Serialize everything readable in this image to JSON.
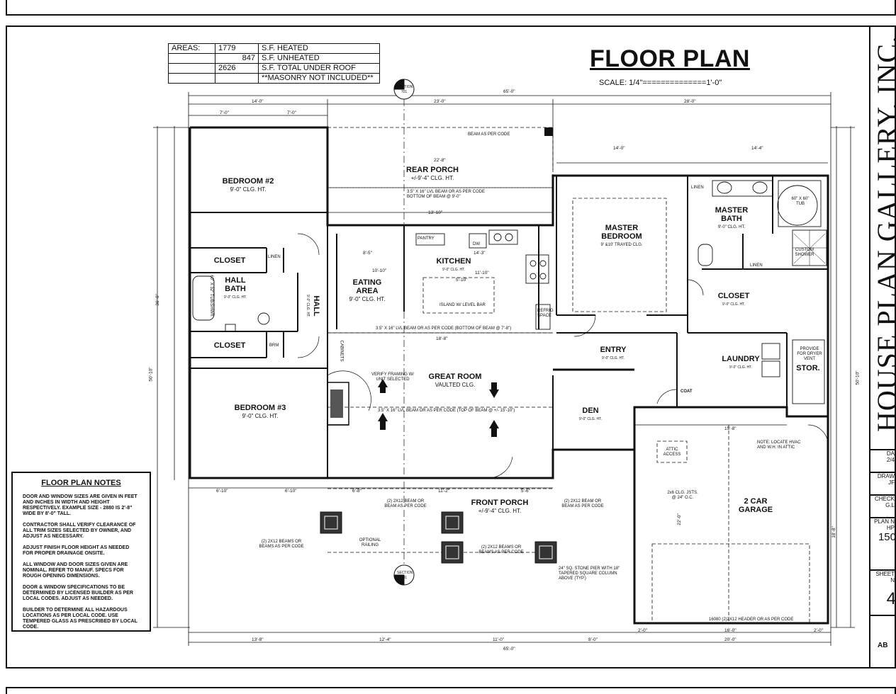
{
  "title": "FLOOR PLAN",
  "scale": "SCALE: 1/4\"==============1'-0\"",
  "areas": {
    "label": "AREAS:",
    "rows": [
      {
        "value": "1779",
        "desc": "S.F. HEATED"
      },
      {
        "value": "847",
        "desc": "S.F. UNHEATED"
      },
      {
        "value": "2626",
        "desc": "S.F. TOTAL UNDER ROOF"
      },
      {
        "value": "",
        "desc": "**MASONRY NOT INCLUDED**"
      }
    ]
  },
  "brand": "HOUSE PLAN GALLERY, INC.",
  "title_block": {
    "date_label": "DA",
    "date_value": "2/4",
    "drawn_label": "DRAW",
    "drawn_value": "JF",
    "checked_label": "CHECK",
    "checked_value": "G.L",
    "plan_label": "PLAN N",
    "plan_sub": "HP",
    "plan_value": "150",
    "sheet_label": "SHEET N",
    "sheet_value": "4",
    "seal_text": "AB"
  },
  "notes": {
    "heading": "FLOOR PLAN NOTES",
    "items": [
      "DOOR AND WINDOW SIZES ARE GIVEN IN FEET AND INCHES IN WIDTH AND HEIGHT RESPECTIVELY. EXAMPLE SIZE - 2880 IS 2'-8\" WIDE BY 8'-0\" TALL.",
      "CONTRACTOR SHALL VERIFY CLEARANCE OF ALL TRIM SIZES SELECTED BY OWNER, AND ADJUST AS NECESSARY.",
      "ADJUST FINISH FLOOR HEIGHT AS NEEDED FOR PROPER DRAINAGE ONSITE.",
      "ALL WINDOW AND DOOR SIZES GIVEN ARE NOMINAL. REFER TO MANUF. SPECS FOR ROUGH OPENING DIMENSIONS.",
      "DOOR & WINDOW SPECIFICATIONS TO BE DETERMINED BY LICENSED BUILDER AS PER LOCAL CODES. ADJUST AS NEEDED.",
      "BUILDER TO DETERMINE ALL HAZARDOUS LOCATIONS AS PER LOCAL CODE. USE TEMPERED GLASS AS PRESCRIBED BY LOCAL CODE."
    ]
  },
  "rooms": [
    {
      "id": "bedroom2",
      "name": "BEDROOM #2",
      "sub": "9'-0\" CLG. HT."
    },
    {
      "id": "rear-porch",
      "name": "REAR PORCH",
      "sub": "+/-9'-4\" CLG. HT."
    },
    {
      "id": "master-bedroom",
      "name": "MASTER BEDROOM",
      "sub": "9' &10' TRAYED CLG."
    },
    {
      "id": "master-bath",
      "name": "MASTER BATH",
      "sub": "9'-0\" CLG. HT."
    },
    {
      "id": "closet1",
      "name": "CLOSET",
      "sub": ""
    },
    {
      "id": "hall-bath",
      "name": "HALL BATH",
      "sub": "9'-0\" CLG. HT."
    },
    {
      "id": "hall",
      "name": "HALL",
      "sub": "9'-0\" CLG. HT."
    },
    {
      "id": "eating-area",
      "name": "EATING AREA",
      "sub": "9'-0\" CLG. HT."
    },
    {
      "id": "kitchen",
      "name": "KITCHEN",
      "sub": "9'-0\" CLG. HT."
    },
    {
      "id": "closet-master",
      "name": "CLOSET",
      "sub": "9'-0\" CLG. HT."
    },
    {
      "id": "closet2",
      "name": "CLOSET",
      "sub": ""
    },
    {
      "id": "entry",
      "name": "ENTRY",
      "sub": "9'-0\" CLG. HT."
    },
    {
      "id": "laundry",
      "name": "LAUNDRY",
      "sub": "9'-0\" CLG. HT."
    },
    {
      "id": "stor",
      "name": "STOR.",
      "sub": ""
    },
    {
      "id": "great-room",
      "name": "GREAT ROOM",
      "sub": "VAULTED CLG."
    },
    {
      "id": "bedroom3",
      "name": "BEDROOM #3",
      "sub": "9'-0\" CLG. HT."
    },
    {
      "id": "den",
      "name": "DEN",
      "sub": "9'-0\" CLG. HT."
    },
    {
      "id": "garage",
      "name": "2 CAR GARAGE",
      "sub": ""
    },
    {
      "id": "front-porch",
      "name": "FRONT PORCH",
      "sub": "+/-9'-4\" CLG. HT."
    }
  ],
  "dims": {
    "overall_top": "65'-0\"",
    "top_left": "14'-0\"",
    "top_mid": "23'-0\"",
    "top_right": "28'-0\"",
    "bed2_a": "7'-0\"",
    "bed2_b": "7'-0\"",
    "overall_bottom": "65'-0\"",
    "bot_a": "13'-8\"",
    "bot_b": "12'-4\"",
    "bot_c": "11'-0\"",
    "bot_d": "8'-0\"",
    "bot_e": "20'-0\"",
    "garage_a": "2'-0\"",
    "garage_b": "16'-0\"",
    "garage_c": "2'-0\"",
    "left_overall": "50'-10\"",
    "left_depth": "36'-0\"",
    "right_overall": "50'-10\"",
    "rp_a": "22'-8\"",
    "rp_b": "13'-10\"",
    "er_a": "8'-5\"",
    "er_b": "10'-10\"",
    "k_a": "14'-3\"",
    "k_b": "11'-10\"",
    "k_c": "5'-10\"",
    "gr_a": "18'-8\"",
    "mb_a": "14'-0\"",
    "mb_b": "14'-4\"",
    "ga_a": "15'-8\"",
    "ga_b": "22'-0\"",
    "ga_c": "18'-8\"",
    "fp_a": "6'-10\"",
    "fp_b": "6'-10\"",
    "fp_c": "6'-8\"",
    "fp_d": "11'-2\"",
    "fp_e": "5'-6\""
  },
  "labels": {
    "section_top": "SECTION 701",
    "section_bottom": "SECTION 701",
    "beam_rear": "3.5\" X 16\" LVL BEAM OR AS PER CODE BOTTOM OF BEAM @ 9'-0\"",
    "beam_mid": "3.5\" X 16\" LVL BEAM OR AS PER CODE (BOTTOM OF BEAM @ 7'-8\")",
    "beam_great": "3.5\" X 16\" LVL BEAM OR AS PER CODE (TOP OF BEAM @ +/- 15'-10\")",
    "beam_code": "BEAM AS PER CODE",
    "island": "ISLAND W/ LEVEL BAR",
    "pantry": "PANTRY",
    "dw": "DW",
    "refrig": "REFRIG SPACE",
    "tub": "60\" X 60\" TUB",
    "custom_shower": "CUSTOM SHOWER",
    "linen": "LINEN",
    "linen2": "LINEN",
    "linen3": "LINEN",
    "attic": "ATTIC ACCESS",
    "hvac": "NOTE: LOCATE HVAC AND W.H. IN ATTIC",
    "dryer": "PROVIDE FOR DRYER VENT",
    "coat": "COAT",
    "optional_railing": "OPTIONAL RAILING",
    "stone_pier": "24\" SQ. STONE PIER WITH 18\" TAPERED SQUARE COLUMN ABOVE (TYP.)",
    "beams_code_l": "(2) 2X12 BEAMS OR BEAMS AS PER CODE",
    "beams_code_r": "(2) 2X12 BEAMS OR BEAMS AS PER CODE",
    "beam_fp": "(2) 2X12 BEAM OR BEAM AS PER CODE",
    "beam_fp2": "(2) 2X12 BEAM OR BEAM AS PER CODE",
    "garage_header": "16080  (2)2X12 HEADER OR AS PER CODE",
    "clg_jsts": "2x6 CLG. JSTS. @ 24\" O.C.",
    "verify_framing": "VERIFY FRAMING W/ UNIT SELECTED",
    "cabinets": "CABINETS",
    "brm": "BRM",
    "tub_shwr": "60\" X 32\" TUB/SHWR"
  }
}
